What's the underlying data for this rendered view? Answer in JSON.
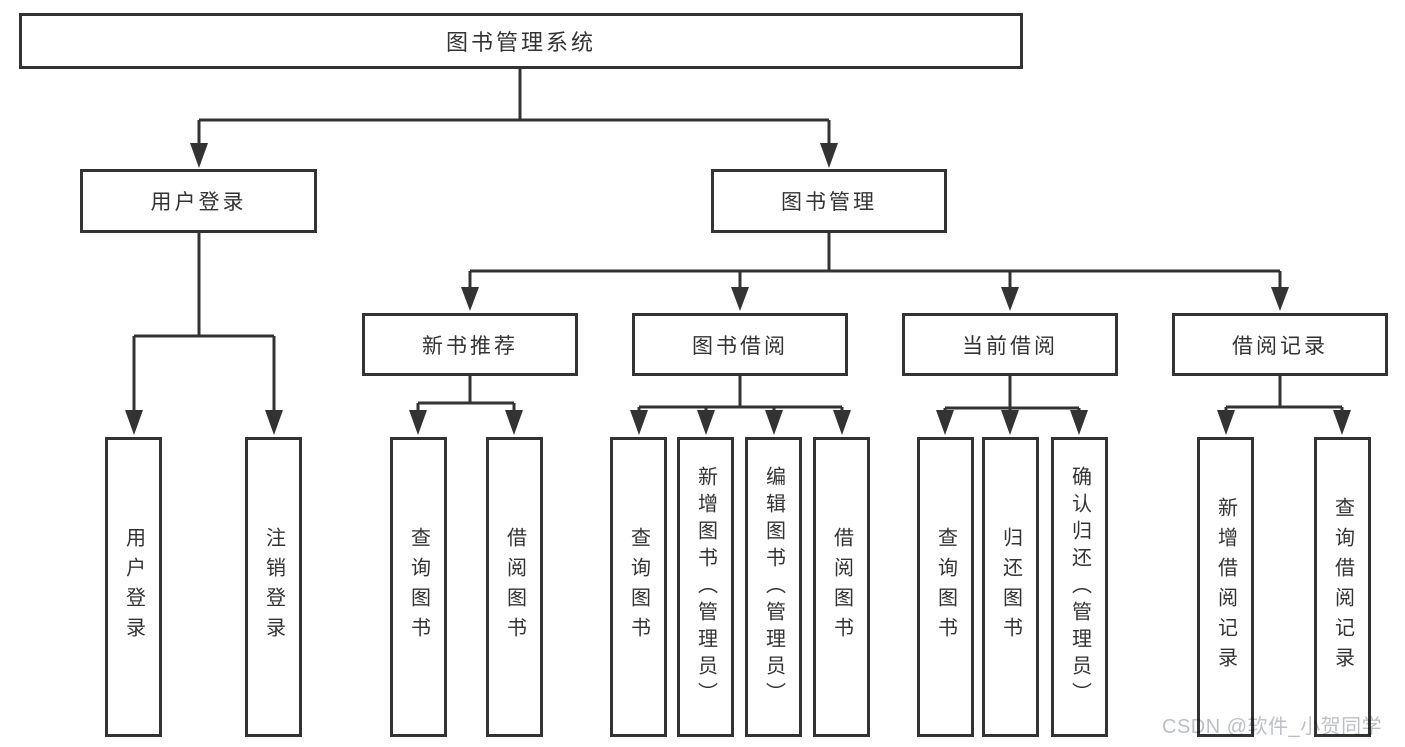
{
  "diagram": {
    "root": "图书管理系统",
    "level2": {
      "user_login": "用户登录",
      "book_management": "图书管理"
    },
    "level3": {
      "new_book_recommend": "新书推荐",
      "book_borrowing": "图书借阅",
      "current_borrowing": "当前借阅",
      "borrowing_records": "借阅记录"
    },
    "leaves": {
      "user_login": "用户登录",
      "logout": "注销登录",
      "recommend_query_books": "查询图书",
      "recommend_borrow_books": "借阅图书",
      "borrowing_query_books": "查询图书",
      "borrowing_add_books": "新增图书（管理员）",
      "borrowing_edit_books": "编辑图书（管理员）",
      "borrowing_borrow_books": "借阅图书",
      "current_query_books": "查询图书",
      "current_return_books": "归还图书",
      "current_confirm_return": "确认归还（管理员）",
      "records_add_record": "新增借阅记录",
      "records_query_record": "查询借阅记录"
    }
  },
  "watermark": "CSDN @软件_小贺同学",
  "colors": {
    "line": "#333333",
    "text": "#333333",
    "box_fill": "#ffffff",
    "background": "#ffffff",
    "watermark": "#bcc0c4"
  }
}
